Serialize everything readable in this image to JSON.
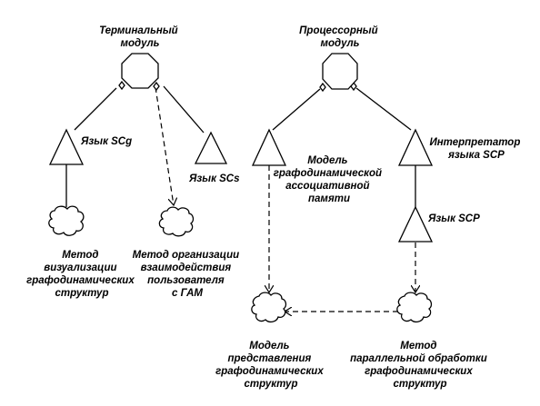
{
  "nodes": {
    "terminal_module": {
      "lines": [
        "Терминальный",
        "модуль"
      ]
    },
    "processor_module": {
      "lines": [
        "Процессорный",
        "модуль"
      ]
    },
    "lang_scg": {
      "lines": [
        "Язык SCg"
      ]
    },
    "lang_scs": {
      "lines": [
        "Язык SCs"
      ]
    },
    "model_memory": {
      "lines": [
        "Модель",
        "графодинамической",
        "ассоциативной",
        "памяти"
      ]
    },
    "scp_interpreter": {
      "lines": [
        "Интерпретатор",
        "языка SCP"
      ]
    },
    "lang_scp": {
      "lines": [
        "Язык SCP"
      ]
    },
    "method_visualization": {
      "lines": [
        "Метод",
        "визуализации",
        "графодинамических",
        "структур"
      ]
    },
    "method_interaction": {
      "lines": [
        "Метод организации",
        "взаимодействия",
        "пользователя",
        "с ГАМ"
      ]
    },
    "model_representation": {
      "lines": [
        "Модель",
        "представления",
        "графодинамических",
        "структур"
      ]
    },
    "method_parallel": {
      "lines": [
        "Метод",
        "параллельной обработки",
        "графодинамических",
        "структур"
      ]
    }
  },
  "icons": {
    "module": "octagon-icon",
    "language": "triangle-icon",
    "method": "cloud-icon"
  }
}
